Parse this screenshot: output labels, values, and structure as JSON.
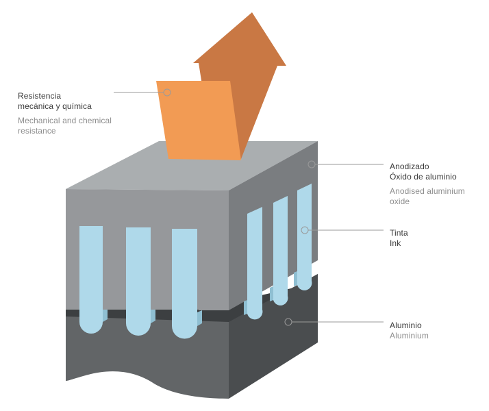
{
  "labels": {
    "resistance": {
      "es_line1": "Resistencia",
      "es_line2": "mecánica y química",
      "en_line1": "Mechanical and chemical",
      "en_line2": "resistance"
    },
    "anodised": {
      "es_line1": "Anodizado",
      "es_line2": "Óxido de aluminio",
      "en_line1": "Anodised aluminium",
      "en_line2": "oxide"
    },
    "ink": {
      "es_line1": "Tinta",
      "en_line1": "Ink"
    },
    "aluminium": {
      "es_line1": "Aluminio",
      "en_line1": "Aluminium"
    }
  },
  "colors": {
    "arrow_front": "#F29B54",
    "arrow_back": "#C97844",
    "oxide_top": "#AAAEB0",
    "oxide_front": "#96989B",
    "oxide_side": "#7A7D80",
    "aluminium_front": "#626567",
    "aluminium_side": "#4A4D4F",
    "aluminium_top": "#3C3F41",
    "ink": "#AFD9EA",
    "ink_side": "#8FBFD2",
    "leader_line": "#9A9A9A"
  }
}
